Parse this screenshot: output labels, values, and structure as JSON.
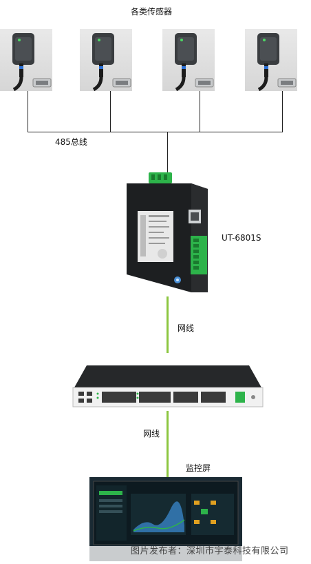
{
  "sensors": {
    "title": "各类传感器",
    "items": [
      {
        "icon": "sensor-icon"
      },
      {
        "icon": "sensor-icon"
      },
      {
        "icon": "sensor-icon"
      },
      {
        "icon": "sensor-icon"
      }
    ]
  },
  "bus": {
    "label": "485总线"
  },
  "gateway": {
    "model": "UT-6801S",
    "icon": "serial-gateway-icon"
  },
  "link1": {
    "label": "网线"
  },
  "switch": {
    "icon": "network-switch-icon"
  },
  "link2": {
    "label": "网线"
  },
  "monitor": {
    "label": "监控屏",
    "icon": "monitor-screen-icon"
  },
  "watermark": {
    "text": "图片发布者：深圳市宇泰科技有限公司"
  },
  "colors": {
    "bus_line": "#222222",
    "network_line": "#8cc63f",
    "terminal_green": "#2db34a"
  }
}
